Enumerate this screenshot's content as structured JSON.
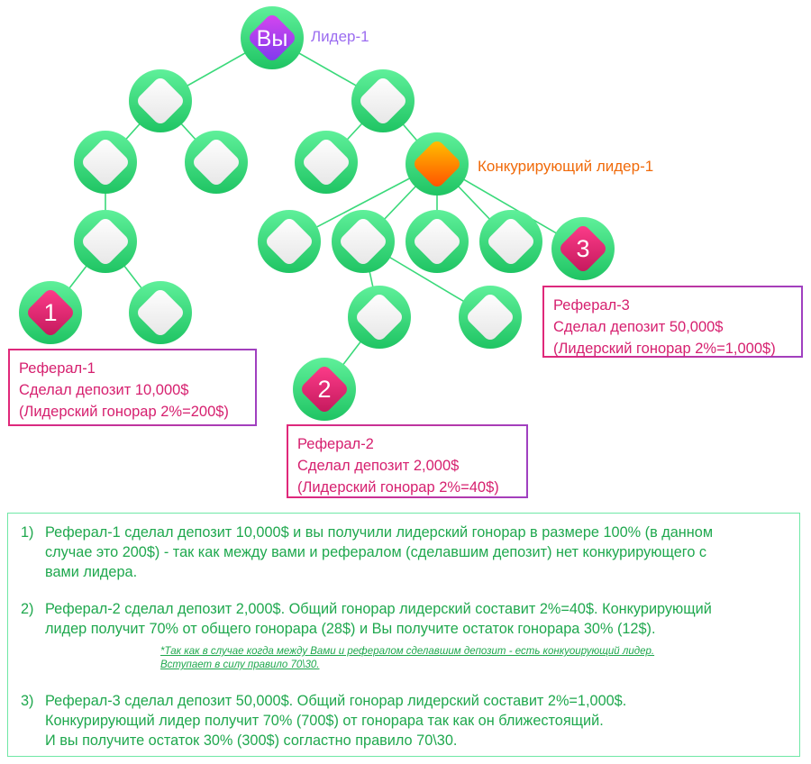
{
  "colors": {
    "node_ring": "#3ad97a",
    "node_ring_dark": "#1fc463",
    "connector": "#3ad97a",
    "you_diamond": "#a855f7",
    "leader_diamond": "#ff8a00",
    "referral_diamond": "#e0287a",
    "you_label": "#9b6cf0",
    "leader_label": "#f06a0a",
    "referral_text": "#d6206f",
    "note_text": "#1fa84e"
  },
  "nodes": {
    "you_text": "Вы",
    "ref1_text": "1",
    "ref2_text": "2",
    "ref3_text": "3"
  },
  "labels": {
    "you": "Лидер-1",
    "competitor": "Конкурирующий лидер-1"
  },
  "referrals": [
    {
      "title": "Реферал-1",
      "deposit": "Сделал депозит 10,000$",
      "fee": "(Лидерский гонорар 2%=200$)"
    },
    {
      "title": "Реферал-2",
      "deposit": "Сделал депозит 2,000$",
      "fee": "(Лидерский гонорар 2%=40$)"
    },
    {
      "title": "Реферал-3",
      "deposit": "Сделал депозит 50,000$",
      "fee": "(Лидерский гонорар 2%=1,000$)"
    }
  ],
  "notes": [
    {
      "num": "1)",
      "lines": [
        "Реферал-1 сделал депозит 10,000$ и вы получили лидерский гонорар в размере 100% (в данном",
        "случае это 200$) - так как между вами и рефералом (сделавшим депозит) нет конкурирующего с",
        "вами лидера."
      ]
    },
    {
      "num": "2)",
      "lines": [
        "Реферал-2 сделал депозит 2,000$. Общий гонорар лидерский составит 2%=40$. Конкурирующий",
        "лидер получит 70% от общего гонорара (28$) и Вы получите остаток гонорара 30% (12$)."
      ]
    },
    {
      "num": "3)",
      "lines": [
        "Реферал-3 сделал депозит 50,000$. Общий гонорар лидерский составит 2%=1,000$.",
        "Конкурирующий лидер получит 70% (700$) от гонорара так как он ближестоящий.",
        "И вы получите остаток 30% (300$) согластно правило 70\\30."
      ]
    }
  ],
  "footnote": [
    "*Так как в случае когда между Вами и рефералом сделавшим депозит - есть конкуоирующий лидер.",
    "Вступает в силу правило 70\\30."
  ]
}
